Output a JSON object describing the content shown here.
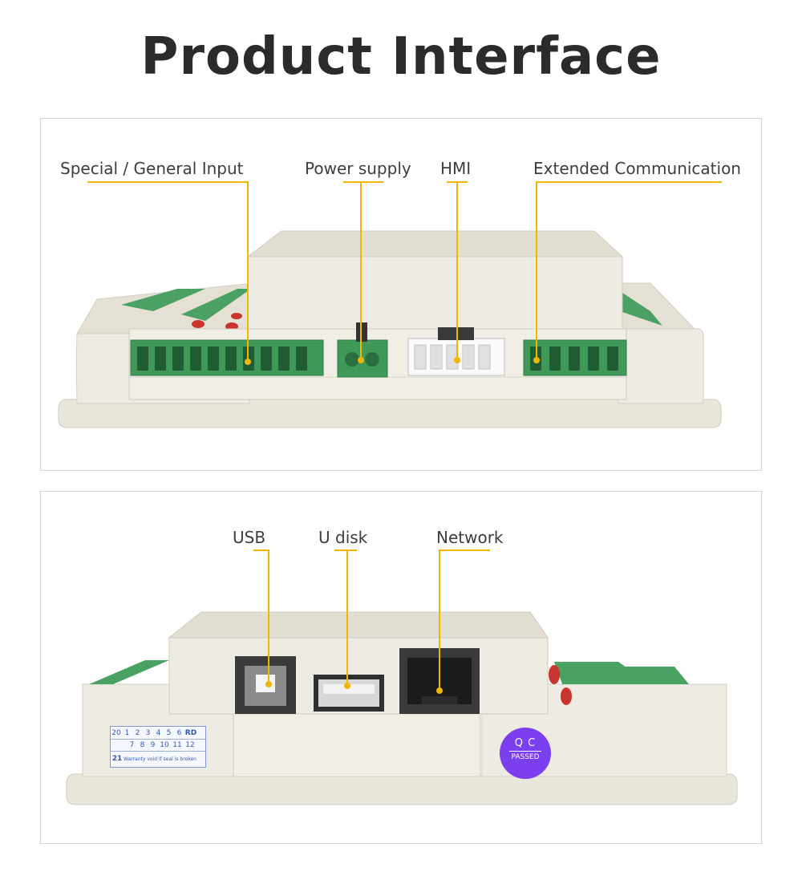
{
  "title": "Product Interface",
  "accent_color": "#f2b600",
  "panel_top": {
    "labels": {
      "input": "Special / General Input",
      "power": "Power supply",
      "hmi": "HMI",
      "ext": "Extended Communication"
    }
  },
  "panel_bottom": {
    "labels": {
      "usb": "USB",
      "udisk": "U disk",
      "network": "Network"
    },
    "warranty_sticker": {
      "row1": [
        "20",
        "1",
        "2",
        "3",
        "4",
        "5",
        "6",
        "RD"
      ],
      "row2": [
        "7",
        "8",
        "9",
        "10",
        "11",
        "12"
      ],
      "row3_num": "21",
      "row3_text": "Warranty void if seal is broken"
    },
    "qc_seal": {
      "line1": "Q C",
      "line2": "PASSED"
    }
  }
}
